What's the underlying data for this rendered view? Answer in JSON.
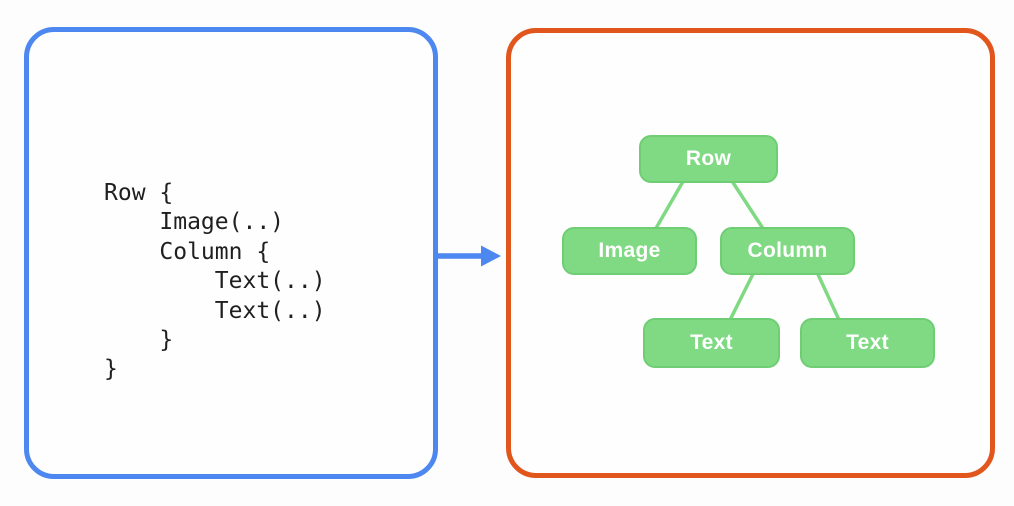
{
  "page": {
    "background_color": "#fdfdfd"
  },
  "code_panel": {
    "type": "code-snippet",
    "border_color": "#4d87f0",
    "text_color": "#1f1f1f",
    "code_lines": [
      "Row {",
      "    Image(..)",
      "    Column {",
      "        Text(..)",
      "        Text(..)",
      "    }",
      "}"
    ]
  },
  "arrow": {
    "direction": "right",
    "color": "#4d87f0"
  },
  "tree_panel": {
    "type": "ui-hierarchy-tree",
    "border_color": "#e1561d",
    "node_fill_color": "#80d983",
    "node_border_color": "#6fce74",
    "node_text_color": "#ffffff",
    "edge_color": "#7fd983",
    "nodes": [
      {
        "id": "row",
        "label": "Row"
      },
      {
        "id": "image",
        "label": "Image"
      },
      {
        "id": "column",
        "label": "Column"
      },
      {
        "id": "text-1",
        "label": "Text"
      },
      {
        "id": "text-2",
        "label": "Text"
      }
    ],
    "edges": [
      {
        "from": "row",
        "to": "image"
      },
      {
        "from": "row",
        "to": "column"
      },
      {
        "from": "column",
        "to": "text-1"
      },
      {
        "from": "column",
        "to": "text-2"
      }
    ]
  }
}
